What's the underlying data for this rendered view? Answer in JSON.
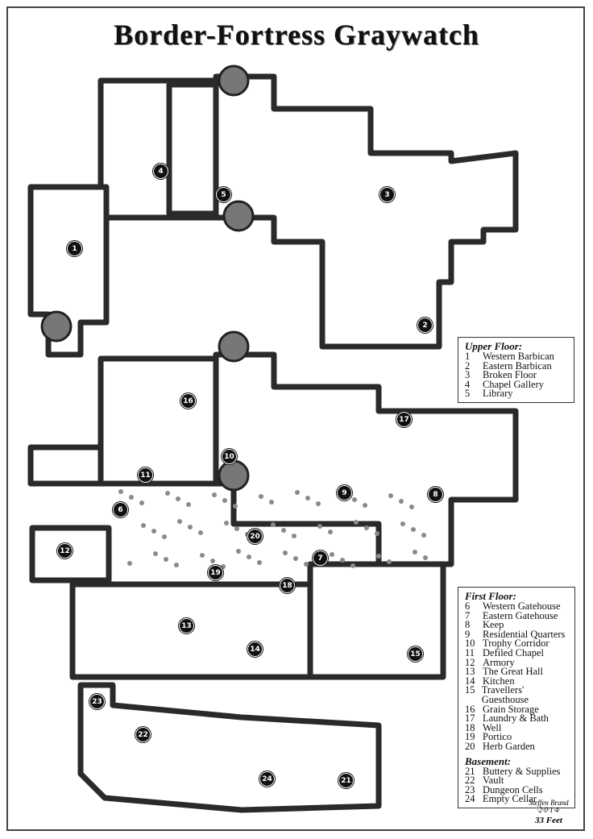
{
  "title": "Border-Fortress Graywatch",
  "legends": {
    "upper": {
      "heading": "Upper Floor:",
      "items": [
        {
          "n": "1",
          "label": "Western Barbican"
        },
        {
          "n": "2",
          "label": "Eastern Barbican"
        },
        {
          "n": "3",
          "label": "Broken Floor"
        },
        {
          "n": "4",
          "label": "Chapel Gallery"
        },
        {
          "n": "5",
          "label": "Library"
        }
      ]
    },
    "first": {
      "heading": "First Floor:",
      "items": [
        {
          "n": "6",
          "label": "Western Gatehouse"
        },
        {
          "n": "7",
          "label": "Eastern Gatehouse"
        },
        {
          "n": "8",
          "label": "Keep"
        },
        {
          "n": "9",
          "label": "Residential Quarters"
        },
        {
          "n": "10",
          "label": "Trophy Corridor"
        },
        {
          "n": "11",
          "label": "Defiled Chapel"
        },
        {
          "n": "12",
          "label": "Armory"
        },
        {
          "n": "13",
          "label": "The Great Hall"
        },
        {
          "n": "14",
          "label": "Kitchen"
        },
        {
          "n": "15",
          "label": "Travellers' Guesthouse"
        },
        {
          "n": "16",
          "label": "Grain Storage"
        },
        {
          "n": "17",
          "label": "Laundry & Bath"
        },
        {
          "n": "18",
          "label": "Well"
        },
        {
          "n": "19",
          "label": "Portico"
        },
        {
          "n": "20",
          "label": "Herb Garden"
        }
      ]
    },
    "basement": {
      "heading": "Basement:",
      "items": [
        {
          "n": "21",
          "label": "Buttery & Supplies"
        },
        {
          "n": "22",
          "label": "Vault"
        },
        {
          "n": "23",
          "label": "Dungeon Cells"
        },
        {
          "n": "24",
          "label": "Empty Cellar"
        }
      ]
    }
  },
  "markers": [
    "1",
    "2",
    "3",
    "4",
    "5",
    "6",
    "7",
    "8",
    "9",
    "10",
    "11",
    "12",
    "13",
    "14",
    "15",
    "16",
    "17",
    "18",
    "19",
    "20",
    "21",
    "22",
    "23",
    "24"
  ],
  "signature": {
    "name": "Steffen Brand",
    "date": "·2·0·1·4·"
  },
  "scale": "33 Feet",
  "colors": {
    "wall": "#2a2a2a",
    "floor": "#ffffff",
    "stone": "#8a8a8a"
  }
}
